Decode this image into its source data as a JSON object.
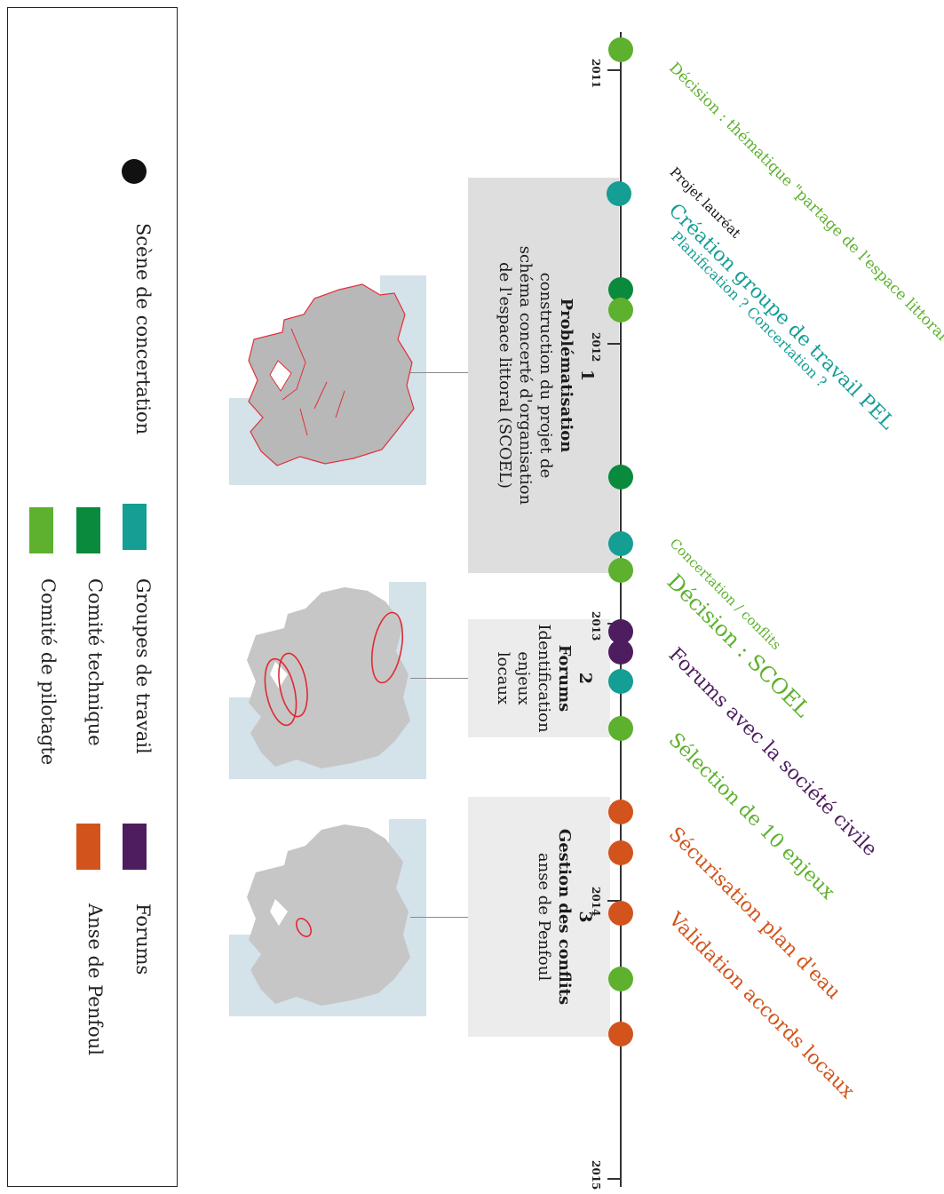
{
  "legend": {
    "scene": "Scène de concertation",
    "items": [
      {
        "label": "Groupes de travail",
        "color": "#149e94"
      },
      {
        "label": "Comité technique",
        "color": "#0a8a3c"
      },
      {
        "label": "Comité de pilotagte",
        "color": "#5db12e"
      },
      {
        "label": "Forums",
        "color": "#4e1d60"
      },
      {
        "label": "Anse de Penfoul",
        "color": "#d2541c"
      }
    ]
  },
  "timeline": {
    "years": [
      "2011",
      "2012",
      "2013",
      "2014",
      "2015"
    ]
  },
  "phases": [
    {
      "num": "1",
      "title": "Problématisation",
      "lines": [
        "construction du projet de",
        "schéma concerté d'organisation",
        "de l'espace littoral (SCOEL)"
      ]
    },
    {
      "num": "2",
      "title": "Forums",
      "lines": [
        "Identification",
        "enjeux",
        "locaux"
      ]
    },
    {
      "num": "3",
      "title": "Gestion des conflits",
      "lines": [
        "anse de Penfoul"
      ]
    }
  ],
  "events": [
    {
      "label": "Décision : thématique \"partage de l'espace littoral",
      "color": "#5db12e"
    },
    {
      "label": "Projet lauréat",
      "color": "#111111"
    },
    {
      "label": "Création groupe de travail PEL",
      "color": "#149e94"
    },
    {
      "label": "Planification ? Concertation ?",
      "color": "#149e94"
    },
    {
      "label": "Concertation / conflits",
      "color": "#5db12e"
    },
    {
      "label": "Décision : SCOEL",
      "color": "#5db12e"
    },
    {
      "label": "Forums avec la société civile",
      "color": "#4e1d60"
    },
    {
      "label": "Sélection de 10 enjeux",
      "color": "#5db12e"
    },
    {
      "label": "Sécurisation plan d'eau",
      "color": "#d2541c"
    },
    {
      "label": "Validation accords locaux",
      "color": "#d2541c"
    }
  ],
  "dots": [
    "#5db12e",
    "#149e94",
    "#0a8a3c",
    "#5db12e",
    "#0a8a3c",
    "#149e94",
    "#5db12e",
    "#4e1d60",
    "#4e1d60",
    "#149e94",
    "#5db12e",
    "#d2541c",
    "#d2541c",
    "#d2541c",
    "#5db12e",
    "#d2541c"
  ]
}
